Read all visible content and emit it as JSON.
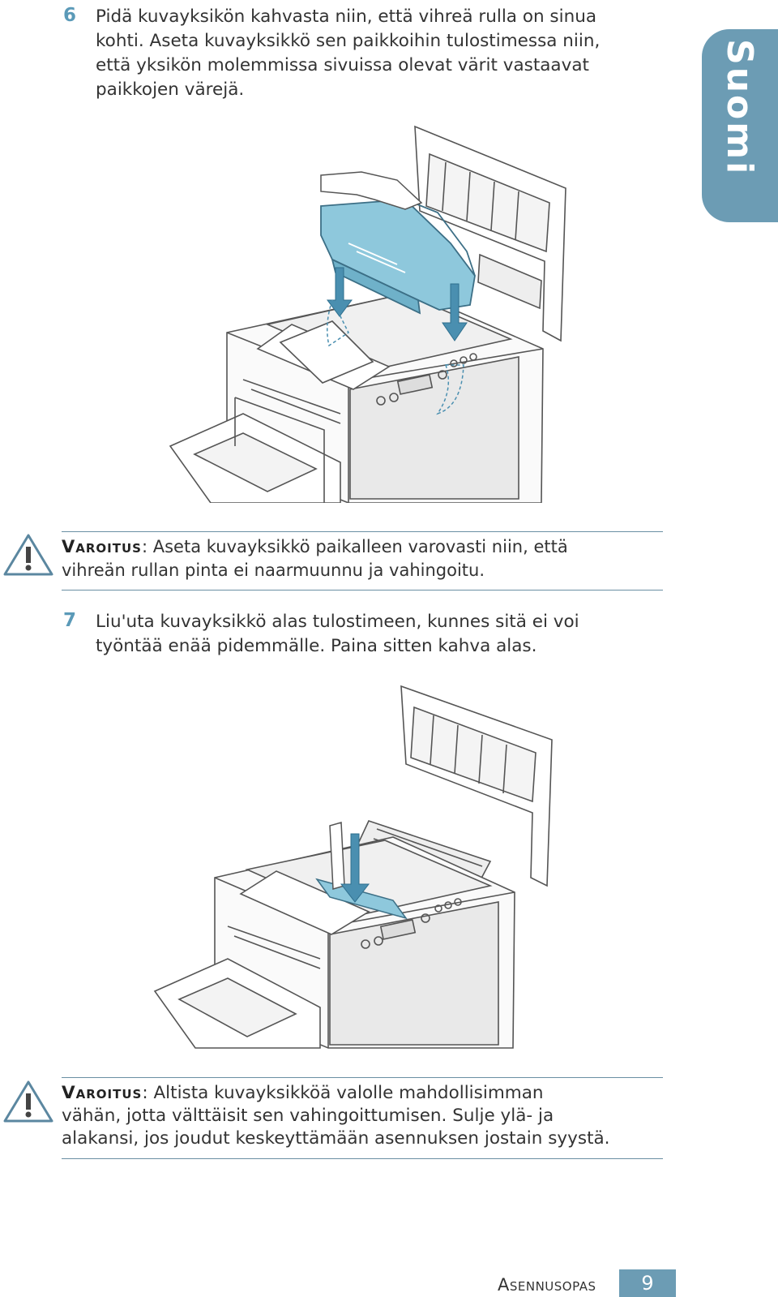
{
  "side_tab": {
    "label": "Suomi"
  },
  "steps": [
    {
      "number": "6",
      "lines": [
        "Pidä kuvayksikön kahvasta niin, että vihreä rulla on sinua",
        "kohti. Aseta kuvayksikkö sen paikkoihin tulostimessa niin,",
        "että yksikön molemmissa sivuissa olevat värit vastaavat",
        "paikkojen värejä."
      ]
    },
    {
      "number": "7",
      "lines": [
        "Liu'uta kuvayksikkö alas tulostimeen, kunnes sitä ei voi",
        "työntää enää pidemmälle. Paina sitten kahva alas."
      ]
    }
  ],
  "warnings": [
    {
      "head": "Varoitus",
      "sep": ":",
      "lines": [
        "Aseta kuvayksikkö paikalleen varovasti niin, että",
        "vihreän rullan pinta ei naarmuunnu ja vahingoitu."
      ]
    },
    {
      "head": "Varoitus",
      "sep": ":",
      "lines": [
        "Altista kuvayksikköä valolle mahdollisimman",
        "vähän, jotta välttäisit sen vahingoittumisen. Sulje ylä- ja",
        "alakansi, jos joudut keskeyttämään asennuksen jostain syystä."
      ]
    }
  ],
  "footer": {
    "label": "Asennusopas",
    "page": "9"
  },
  "colors": {
    "accent": "#6c9cb4",
    "illustration_blue": "#8ec8dc",
    "rule": "#6a8fa3"
  }
}
